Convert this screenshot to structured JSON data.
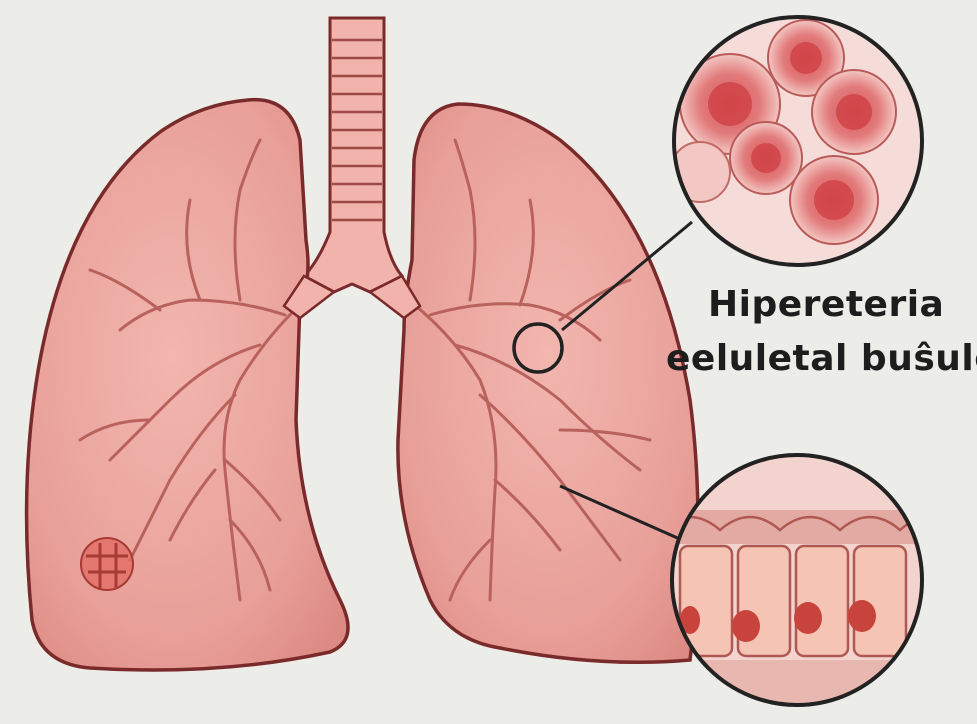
{
  "annotation": {
    "line1": "Hipereteria",
    "line2": "eeluletal buŝule"
  },
  "colors": {
    "background": "#ecece9",
    "lung_fill": "#e9a19b",
    "lung_outline": "#7a2a2a",
    "bronchi": "#b9625d",
    "trachea": "#f1b3ac",
    "cell_nucleus": "#c8433c",
    "magnifier_rim": "#222222"
  },
  "icons": [
    "lungs-illustration",
    "trachea",
    "bronchial-tree",
    "lesion",
    "magnifier-circle",
    "tissue-inset"
  ]
}
